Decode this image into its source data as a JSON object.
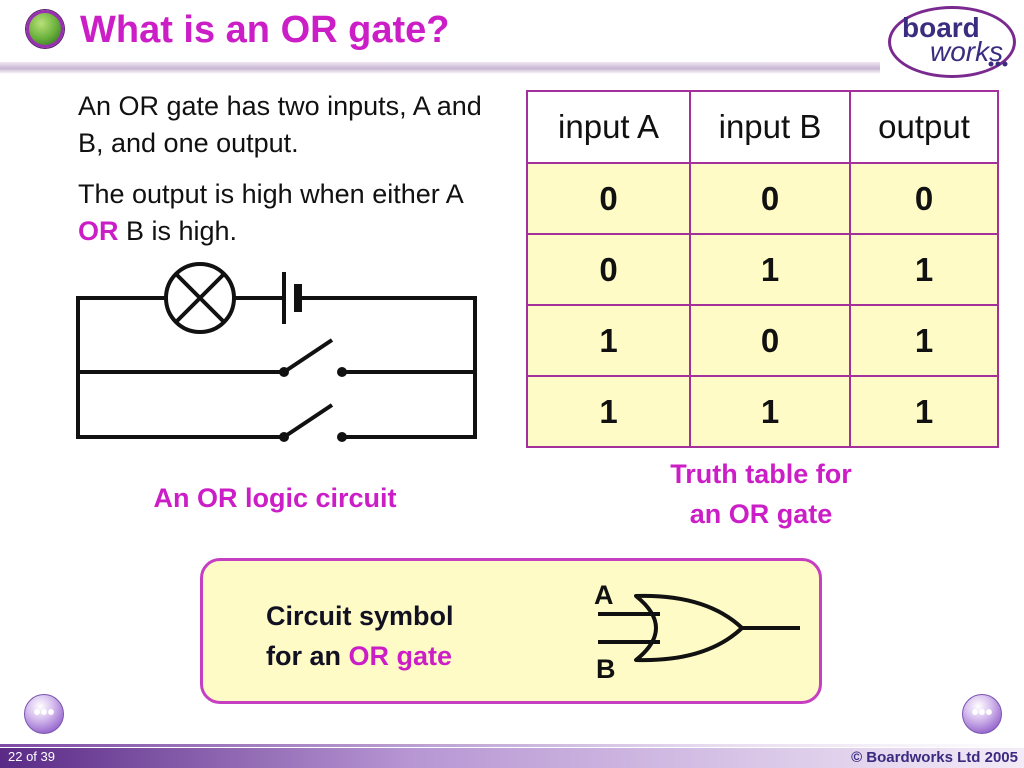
{
  "header": {
    "title": "What is an OR gate?",
    "logo_top": "board",
    "logo_bottom": "works"
  },
  "intro": {
    "line1": "An OR gate has two inputs, A and B, and one output.",
    "line2_before": "The output is high when either A ",
    "line2_emph": "OR",
    "line2_after": " B is high."
  },
  "truth_table": {
    "headers": [
      "input A",
      "input B",
      "output"
    ],
    "rows": [
      [
        "0",
        "0",
        "0"
      ],
      [
        "0",
        "1",
        "1"
      ],
      [
        "1",
        "0",
        "1"
      ],
      [
        "1",
        "1",
        "1"
      ]
    ]
  },
  "captions": {
    "circuit": "An OR logic circuit",
    "table_line1": "Truth table for",
    "table_line2": "an OR gate"
  },
  "symbol_box": {
    "line1": "Circuit symbol",
    "line2_before": "for an ",
    "line2_emph": "OR gate",
    "label_a": "A",
    "label_b": "B"
  },
  "nav": {
    "prev_glyph": "•••",
    "next_glyph": "•••"
  },
  "footer": {
    "page": "22 of 39",
    "copyright": "© Boardworks Ltd 2005"
  },
  "colors": {
    "accent": "#cc1ec6",
    "table_border": "#a4309c",
    "table_fill": "#fffbc6",
    "brand": "#3a2d80"
  }
}
